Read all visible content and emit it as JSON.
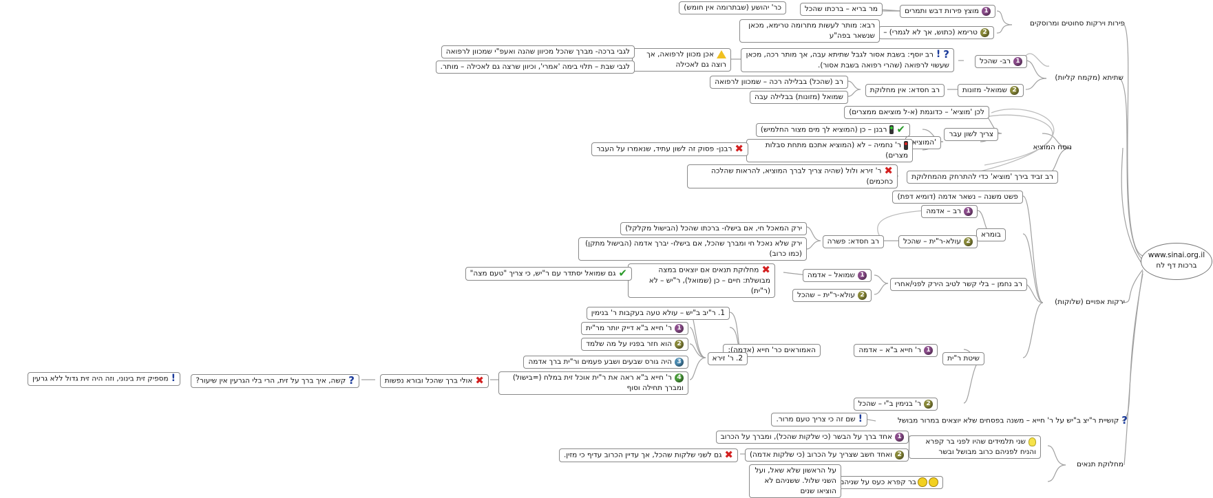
{
  "root": {
    "line1": "www.sinai.org.il",
    "line2": "ברכות דף לח"
  },
  "nodes": {
    "fruits": "פירות וירקות סחוטים ומרוסקים",
    "fruit_honey": "מוצץ פירות דבש ותמרים",
    "mar_borei": "מר בריא – ברכתו שהכל",
    "r_yehoshua": "כר' יהושע (שבתרומה אין חומש)",
    "trima": "טרימא (כתוש, אך לא לגמרי) –",
    "rava_trima": "רבא: מותר לעשות מתרומה טרימא, מכאן שנשאר בפה\"ע",
    "shtita": "שתיתא (מקמח קליות)",
    "rav_shehakol": "רב- שהכל",
    "rav_yosef": "רב יוסף: בשבת אסור לגבל שתיתא עבה, אך מותר רכה, מכאן שעשוי לרפואה (שהרי רפואה בשבת אסור).",
    "achen_mechuvan": "אכן מכוון לרפואה, אך רוצה גם לאכילה",
    "lgabei_bracha": "לגבי ברכה- מברך שהכל מכיוון שהנה ואעפ\"י שמכוון לרפואה",
    "lgabei_shabbat": "לגבי שבת – תלוי בימה 'אמרי', וכיוון שרצה גם לאכילה – מותר.",
    "shmuel_mezonot": "שמואל- מזונות",
    "rav_chisda_machloket": "רב חסדא: אין מחלוקת",
    "rav_shehakol_rach": "רב (שהכל) בבלילה רכה – שמכוון לרפואה",
    "shmuel_ava": "שמואל (מזונות) בבלילה עבה",
    "nusach": "נוסח המוציא",
    "lachen_motzi": "לכן 'מוציא' – כדוגמת (א-ל מוציאם ממצרים)",
    "tzarich_avar": "צריך לשון עבר",
    "hamotzi": "'המוציא'",
    "rabanan_motzi": "רבנן – כן (המוציא לך מים מצור החלמיש)",
    "r_nechemia": "ר' נחמיה – לא (המוציא אתכם מתחת סבלות מצרים)",
    "rabanan_psuk": "רבנן- פסוק זה לשון עתיד, שנאמרו על העבר",
    "rav_zvid": "רב זביד בירך 'מוציא' כדי להתרחק מהמחלוקת",
    "r_zeira_chul": "ר' זירא ולול (שהיה צריך לברך המוציא, להראות שהלכה כחכמים)",
    "yerakot": "ירקות אפויים (שלוקות)",
    "pshat_mishna": "פשט משנה – נשאר אדמה (דומיא דפת)",
    "bomra": "בומרא",
    "rav_adama": "רב – אדמה",
    "ula_shehakol": "עולא-ר\"ית – שהכל",
    "rav_chisda_peshara": "רב חסדא: פשרה",
    "yarak_tchila": "ירק המאכל חי, אם בישלו- ברכתו שהכל (הבישול מקלקל)",
    "yarak_she_lo": "ירק שלא נאכל חי ומברך שהכל, אם בישלו- יברך אדמה (הבישול מתקן) (כמו כרוב)",
    "rav_nachman": "רב נחמן – בלי קשר לטיב הירק לפני/אחרי",
    "shmuel_adama": "שמואל – אדמה",
    "machloket_tanaim": "מחלוקת תנאים אם יוצאים במצה מבושלת: חיים – כן (שמואל), ר\"יש – לא (ר\"ית)",
    "gam_shmuel": "גם שמואל יסתדר עם ר\"יש, כי צריך \"טעם מצה\"",
    "ula_shehakol2": "עולא-ר\"ית – שהכל",
    "shitat_ry": "שיטת ר\"ית",
    "r_chiya_adama": "ר' חייא ב\"א – אדמה",
    "haamoraim": "האמוראים כר' חייא (אדמה):",
    "ry_beis": "1. ר\"יב ב\"יש – עולא טעה בעקבות ר' בנימין",
    "r_zeira2": "2. ר' זירא",
    "r_chiya_diyek": "ר' חייא ב\"א דייק יותר מר\"ית",
    "hu_chazar": "הוא חזר בפניו על מה שלמד",
    "haya_gores": "היה גורס שבעים ושבע פעמים ור\"ית ברך אדמה",
    "r_chiya_raah": "ר' חייא ב\"א ראה את ר\"ית אוכל זית במלח (=בישול) ומברך תחילה וסוף",
    "ulai_barech": "אולי ברך שהכל ובורא נפשות",
    "kaasah": "קשה, איך ברך על זית, הרי בלי הגרעין אין שיעור?",
    "maspik_zayit": "מספיק זית בינוני, וזה היה זית גדול ללא גרעין",
    "r_binyamin": "ר' בנימין ב\"י – שהכל",
    "kushiyat": "קושיית ר\"יצ ב\"יש על ר' חייא – משנה בפסחים שלא יוצאים במרור מבושל",
    "sham_ze": "שם זה כי צריך טעם מרור.",
    "machloket_tanaim2": "מחלוקת תנאים",
    "shnei_talmidim": "שני תלמידים שהיו לפני בר קפרא והניח לפניהם כרוב מבושל ובשר",
    "echad_barech": "אחד ברך על הבשר (כי שלקות שהכל), ומברך על הכרוב",
    "veachad": "ואחד חשב שצריך על הכרוב (כי שלקות אדמה)",
    "gam_lshnei": "גם לשני שלקות שהכל, אך עדיין הכרוב עדיף כי מזין.",
    "bar_kapara": "בר קפרא כעס על שניהם",
    "al_harishon": "על הראשון שלא שאל, ועל השני שלול. ששניהם לא הוציאו שנים"
  },
  "colors": {
    "line": "#9a9a9a",
    "box_border": "#888888",
    "x_red": "#d32020",
    "check_green": "#2a9a2a",
    "question_blue": "#1a3a9a"
  }
}
